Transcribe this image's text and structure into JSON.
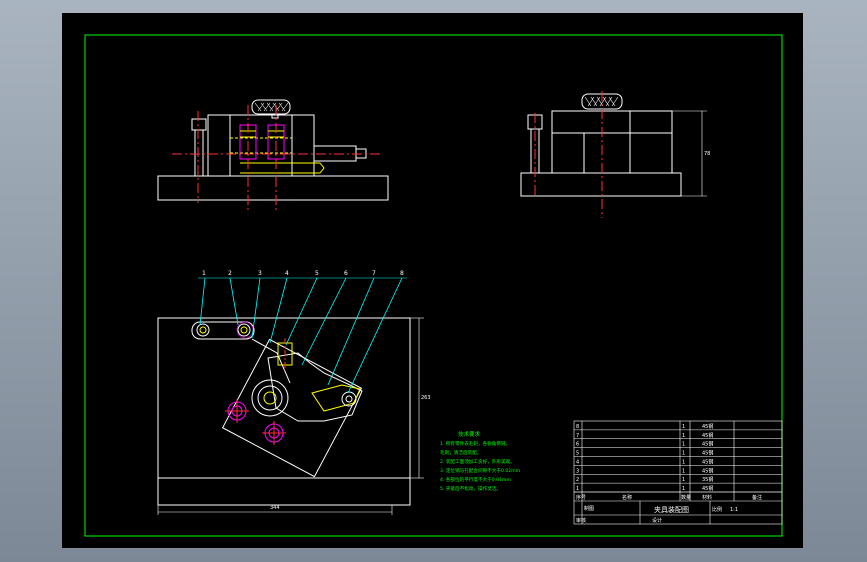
{
  "drawing": {
    "colors": {
      "background": "#000000",
      "border": "#00ff00",
      "outline": "#ffffff",
      "center_line": "#ff3030",
      "hidden_line": "#ffff00",
      "leader": "#00ffff",
      "part_highlight": "#ff00ff",
      "notes_text": "#00ff00"
    },
    "views": [
      "front-view",
      "side-view",
      "top-view"
    ],
    "balloons": [
      "1",
      "2",
      "3",
      "4",
      "5",
      "6",
      "7",
      "8"
    ],
    "dimensions": {
      "top_width": "344",
      "top_height": "263",
      "side_height": "78"
    },
    "tech_notes": {
      "title": "技术要求",
      "lines": [
        "1. 所有零件去毛刺，各锐角倒钝。",
        "   毛刺，清洁后装配。",
        "2. 装配工面须加工良好，外形美观。",
        "3. 定位销与孔配合间隙不大于0.02mm",
        "4. 各部位的平行度不大于0.01mm",
        "5. 夹紧后不松动，操作灵活。"
      ]
    },
    "title_block": {
      "parts_rows": [
        {
          "no": "8",
          "name": "",
          "qty": "1",
          "mat": "45钢"
        },
        {
          "no": "7",
          "name": "",
          "qty": "1",
          "mat": "45钢"
        },
        {
          "no": "6",
          "name": "",
          "qty": "1",
          "mat": "45钢"
        },
        {
          "no": "5",
          "name": "",
          "qty": "1",
          "mat": "45钢"
        },
        {
          "no": "4",
          "name": "",
          "qty": "1",
          "mat": "45钢"
        },
        {
          "no": "3",
          "name": "",
          "qty": "1",
          "mat": "45钢"
        },
        {
          "no": "2",
          "name": "",
          "qty": "1",
          "mat": "35钢"
        },
        {
          "no": "1",
          "name": "",
          "qty": "1",
          "mat": "45钢"
        }
      ],
      "header": [
        "序号",
        "名称",
        "数量",
        "材料",
        "备注"
      ],
      "title": "夹具装配图",
      "scale_label": "比例",
      "scale": "1:1",
      "drawn": "制图",
      "checked": "审核",
      "school": "设计"
    }
  }
}
